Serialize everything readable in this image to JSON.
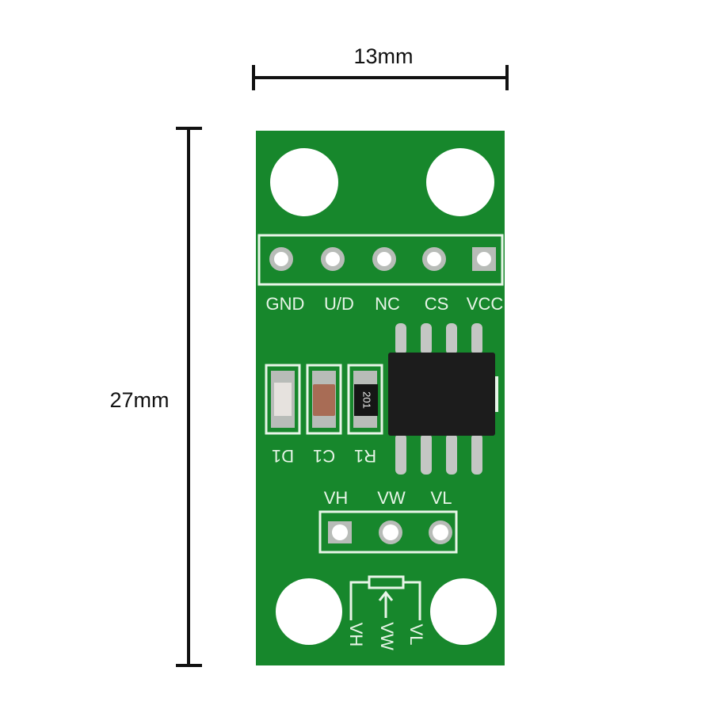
{
  "dimensions": {
    "width_label": "13mm",
    "height_label": "27mm"
  },
  "board": {
    "color": "#17872c",
    "header_pins": [
      "GND",
      "U/D",
      "NC",
      "CS",
      "VCC"
    ],
    "components": [
      "D1",
      "C1",
      "R1"
    ],
    "resistor_marking": "201",
    "pot_pins": [
      "VH",
      "VW",
      "VL"
    ],
    "symbol_labels": [
      "VH",
      "VW",
      "VL"
    ]
  }
}
